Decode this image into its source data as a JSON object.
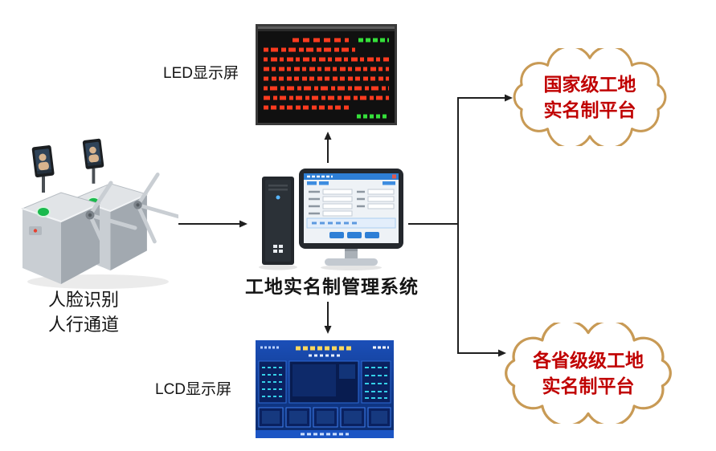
{
  "labels": {
    "led_display": "LED显示屏",
    "lcd_display": "LCD显示屏",
    "management_system": "工地实名制管理系统",
    "gate_caption_line1": "人脸识别",
    "gate_caption_line2": "人行通道"
  },
  "clouds": {
    "national": {
      "line1": "国家级工地",
      "line2": "实名制平台"
    },
    "provincial": {
      "line1": "各省级级工地",
      "line2": "实名制平台"
    }
  },
  "colors": {
    "cloud-stroke": "#c89a55",
    "cloud-text": "#c00000",
    "arrow": "#1f1f1f",
    "label-text": "#141414"
  }
}
